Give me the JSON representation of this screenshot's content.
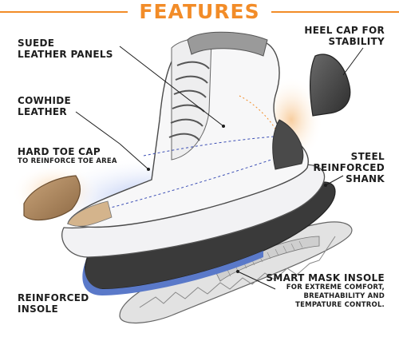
{
  "title": "FEATURES",
  "labels": {
    "suede": {
      "line1": "SUEDE",
      "line2": "LEATHER PANELS"
    },
    "cowhide": {
      "line1": "COWHIDE",
      "line2": "LEATHER"
    },
    "toe_cap": {
      "line1": "HARD TOE CAP",
      "sub": "TO REINFORCE TOE AREA"
    },
    "heel_cap": {
      "line1": "HEEL CAP FOR",
      "line2": "STABILITY"
    },
    "shank": {
      "line1": "STEEL",
      "line2": "REINFORCED",
      "line3": "SHANK"
    },
    "mask_insole": {
      "line1": "SMART MASK INSOLE",
      "sub1": "FOR EXTREME COMFORT,",
      "sub2": "BREATHABILITY AND",
      "sub3": "TEMPATURE CONTROL."
    },
    "reinforced_insole": {
      "line1": "REINFORCED",
      "line2": "INSOLE"
    }
  },
  "colors": {
    "accent": "#f28c28",
    "text": "#1d1d1d",
    "shank": "#3a3a3a",
    "toe_cap": "#b08a62",
    "heel_cap": "#4a4a4a",
    "sole_blue": "#5a79c9"
  }
}
